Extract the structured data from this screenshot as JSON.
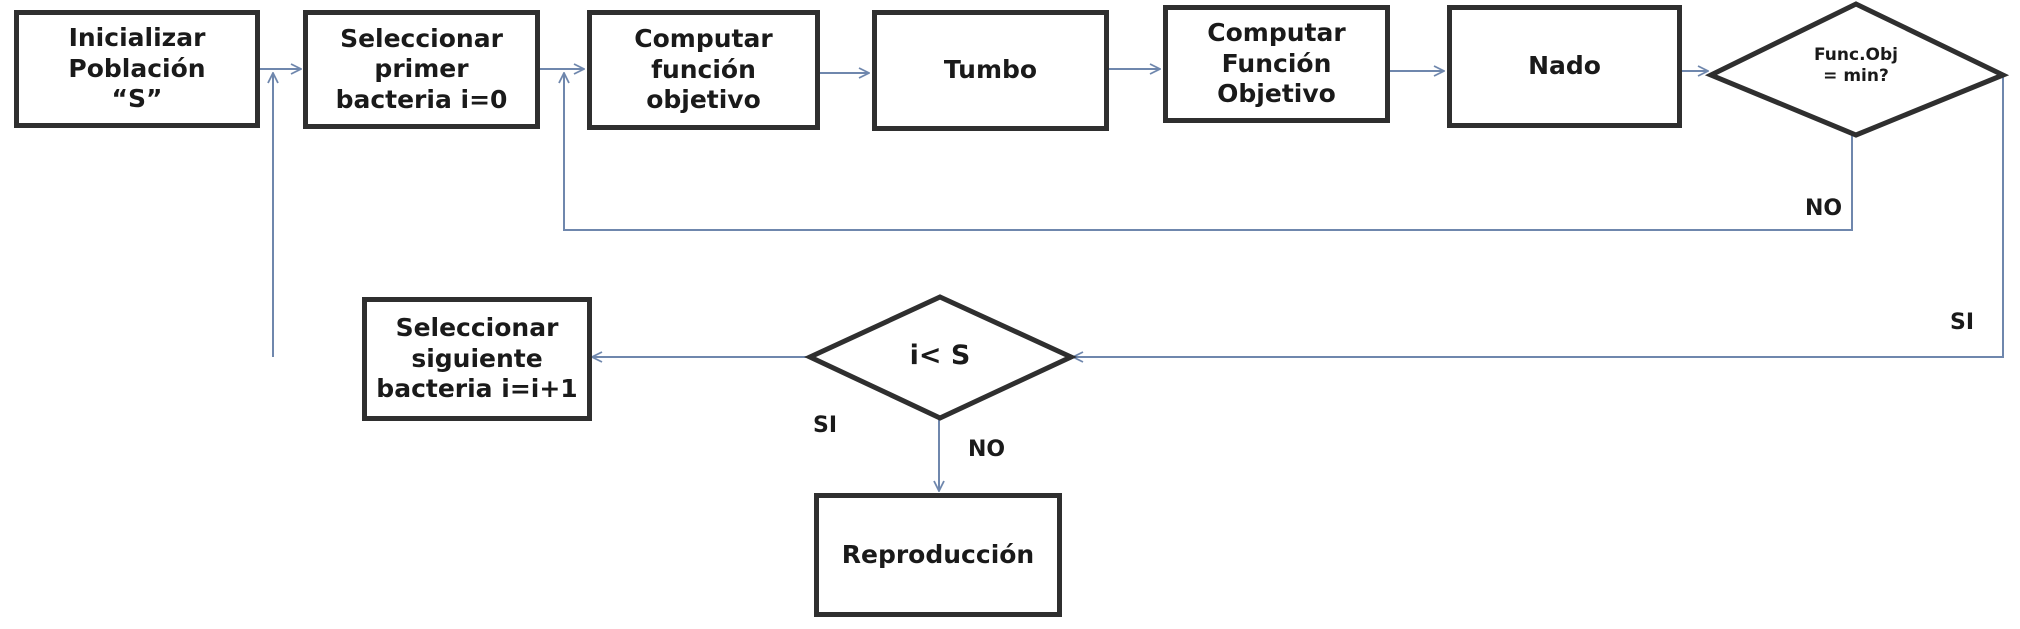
{
  "boxes": {
    "init": "Inicializar\nPoblación\n“S”",
    "select_first": "Seleccionar\nprimer\nbacteria i=0",
    "compute1": "Computar\nfunción\nobjetivo",
    "tumble": "Tumbo",
    "compute2": "Computar\nFunción\nObjetivo",
    "swim": "Nado",
    "select_next": "Seleccionar\nsiguiente\nbacteria i=i+1",
    "reproduction": "Reproducción"
  },
  "decisions": {
    "funcobj": "Func.Obj\n= min?",
    "iless": "i< S"
  },
  "labels": {
    "no_upper": "NO",
    "si_right": "SI",
    "si_lower": "SI",
    "no_lower": "NO"
  },
  "colors": {
    "connector": "#6f87ad",
    "border": "#2f2f2f"
  }
}
